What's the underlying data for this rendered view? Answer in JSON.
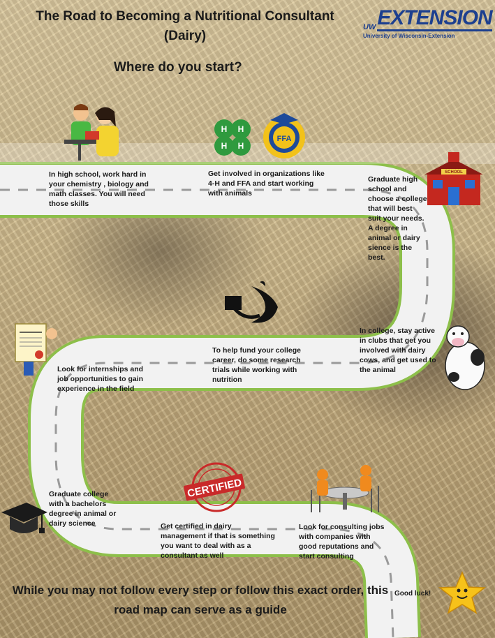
{
  "header": {
    "title": "The Road to Becoming a Nutritional Consultant (Dairy)",
    "subtitle": "Where do you start?"
  },
  "logo": {
    "top": "UW",
    "brand": "EXTENSION",
    "sub": "University of Wisconsin-Extension"
  },
  "steps": [
    "In high school, work hard in your chemistry , biology and math classes. You will need those skills",
    "Get involved in organizations like 4-H and FFA and start working with animals",
    "Graduate high school and choose a college that will best suit your needs. A degree in animal or dairy sience is the best.",
    "In college, stay active in clubs that get you involved with dairy cows, and get used to the animal",
    "To help fund your college career, do some research trials while working with nutrition",
    "Look for internships and job opportunities to gain experience in the field",
    "Graduate college with a bachelors degree in animal or dairy science",
    "Get certified in dairy management if that is something you want to deal with as a consultant as well",
    "Look for consulting jobs with companies with good reputations and start consulting"
  ],
  "footer": {
    "note": "While you may not follow every step or follow this exact order, this road map can serve as a guide",
    "good_luck": "Good luck!"
  },
  "badges": {
    "fourh": "4-H",
    "ffa": "FFA",
    "certified": "CERTIFIED",
    "school": "SCHOOL"
  },
  "icons": [
    "students-icon",
    "four-h-clover-icon",
    "ffa-emblem-icon",
    "school-house-icon",
    "scientist-icon",
    "cow-icon",
    "diploma-icon",
    "graduation-cap-icon",
    "certified-stamp-icon",
    "meeting-table-icon",
    "star-icon"
  ],
  "colors": {
    "road_border": "#8dbf4a",
    "road_fill": "#f2f2f2",
    "lane_dash": "#9a9a9a",
    "brand": "#1c3f8f"
  }
}
